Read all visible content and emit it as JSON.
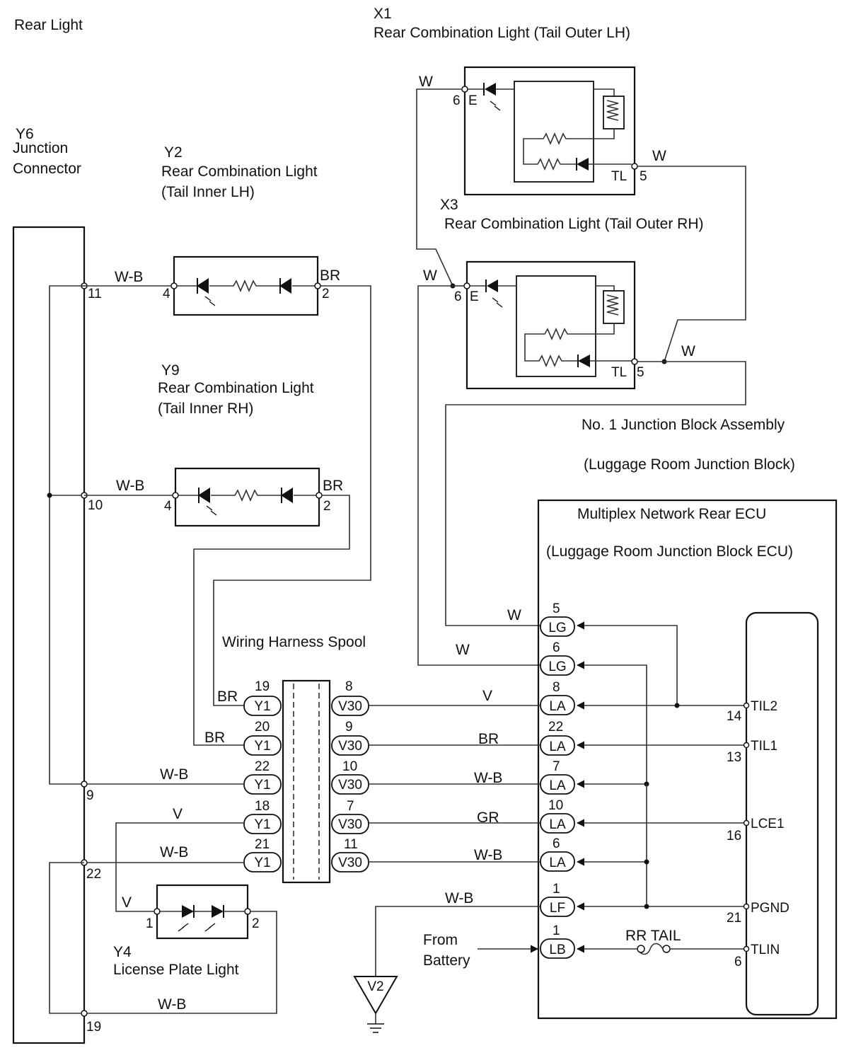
{
  "title": "Rear Light",
  "components": {
    "x1": {
      "id": "X1",
      "name": "Rear Combination Light (Tail Outer LH)",
      "pin_e": "6",
      "pin_e_label": "E",
      "pin_tl": "5",
      "pin_tl_label": "TL"
    },
    "x3": {
      "id": "X3",
      "name": "Rear Combination Light (Tail Outer RH)",
      "pin_e": "6",
      "pin_e_label": "E",
      "pin_tl": "5",
      "pin_tl_label": "TL"
    },
    "y6": {
      "id": "Y6",
      "name_line1": "Junction",
      "name_line2": "Connector",
      "pins": [
        "11",
        "10",
        "9",
        "22",
        "19"
      ]
    },
    "y2": {
      "id": "Y2",
      "name_line1": "Rear Combination Light",
      "name_line2": "(Tail Inner LH)",
      "pin_left": "4",
      "pin_right": "2"
    },
    "y9": {
      "id": "Y9",
      "name_line1": "Rear Combination Light",
      "name_line2": "(Tail Inner RH)",
      "pin_left": "4",
      "pin_right": "2"
    },
    "y4": {
      "id": "Y4",
      "name": "License Plate Light",
      "pin_left": "1",
      "pin_right": "2"
    },
    "v2": {
      "id": "V2"
    },
    "spool": {
      "name": "Wiring Harness Spool"
    },
    "jb": {
      "name_line1": "No. 1 Junction Block Assembly",
      "name_line2": "(Luggage Room Junction Block)"
    },
    "ecu": {
      "name_line1": "Multiplex Network Rear ECU",
      "name_line2": "(Luggage Room Junction Block ECU)"
    }
  },
  "wires": {
    "w": "W",
    "wb": "W-B",
    "br": "BR",
    "v": "V",
    "gr": "GR"
  },
  "spool_rows": [
    {
      "left_pin": "19",
      "left_conn": "Y1",
      "right_pin": "8",
      "right_conn": "V30",
      "color": "V",
      "left_color": "BR"
    },
    {
      "left_pin": "20",
      "left_conn": "Y1",
      "right_pin": "9",
      "right_conn": "V30",
      "color": "BR",
      "left_color": "BR"
    },
    {
      "left_pin": "22",
      "left_conn": "Y1",
      "right_pin": "10",
      "right_conn": "V30",
      "color": "W-B",
      "left_color": "W-B"
    },
    {
      "left_pin": "18",
      "left_conn": "Y1",
      "right_pin": "7",
      "right_conn": "V30",
      "color": "GR",
      "left_color": "V"
    },
    {
      "left_pin": "21",
      "left_conn": "Y1",
      "right_pin": "11",
      "right_conn": "V30",
      "color": "W-B",
      "left_color": "W-B"
    }
  ],
  "ecu_connectors": [
    {
      "pin": "5",
      "conn": "LG",
      "wire": "W"
    },
    {
      "pin": "6",
      "conn": "LG",
      "wire": "W"
    },
    {
      "pin": "8",
      "conn": "LA"
    },
    {
      "pin": "22",
      "conn": "LA"
    },
    {
      "pin": "7",
      "conn": "LA"
    },
    {
      "pin": "10",
      "conn": "LA"
    },
    {
      "pin": "6",
      "conn": "LA"
    },
    {
      "pin": "1",
      "conn": "LF",
      "wire": "W-B"
    },
    {
      "pin": "1",
      "conn": "LB"
    }
  ],
  "ecu_terminals": [
    {
      "pin": "14",
      "name": "TIL2"
    },
    {
      "pin": "13",
      "name": "TIL1"
    },
    {
      "pin": "16",
      "name": "LCE1"
    },
    {
      "pin": "21",
      "name": "PGND"
    },
    {
      "pin": "6",
      "name": "TLIN"
    }
  ],
  "fuse": {
    "name": "RR TAIL"
  },
  "source": {
    "line1": "From",
    "line2": "Battery"
  }
}
